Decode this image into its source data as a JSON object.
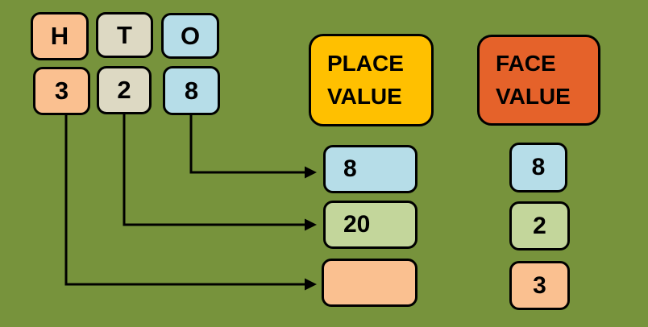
{
  "colors": {
    "background": "#77933C",
    "peach": "#FAC090",
    "tan": "#DDD9C3",
    "blue": "#B6DDE8",
    "green": "#C3D69B",
    "gold": "#FFC000",
    "orange_red": "#E5622A",
    "line": "#000000"
  },
  "digit_columns": [
    {
      "letter": "H",
      "digit": "3"
    },
    {
      "letter": "T",
      "digit": "2"
    },
    {
      "letter": "O",
      "digit": "8"
    }
  ],
  "headers": {
    "place_value": {
      "line1": "PLACE",
      "line2": "VALUE"
    },
    "face_value": {
      "line1": "FACE",
      "line2": "VALUE"
    }
  },
  "place_values": [
    {
      "value": "8"
    },
    {
      "value": "20"
    },
    {
      "value": ""
    }
  ],
  "face_values": [
    {
      "value": "8"
    },
    {
      "value": "2"
    },
    {
      "value": "3"
    }
  ],
  "connections": [
    {
      "from": "digit-ones-8",
      "to": "place-value-row-1"
    },
    {
      "from": "digit-tens-2",
      "to": "place-value-row-2"
    },
    {
      "from": "digit-hundreds-3",
      "to": "place-value-row-3"
    }
  ]
}
